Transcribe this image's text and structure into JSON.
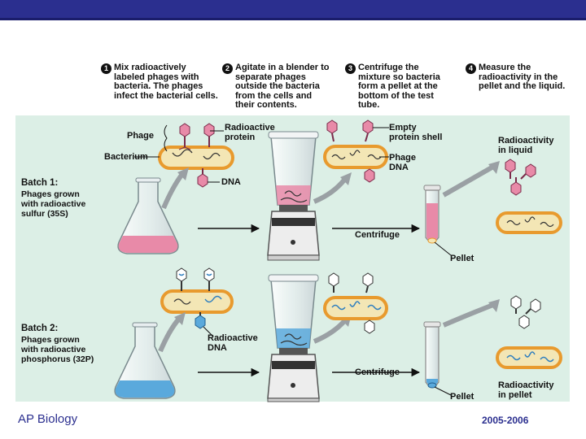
{
  "steps": [
    {
      "num": "1",
      "text": "Mix radioactively\nlabeled phages with\nbacteria. The phages\ninfect the bacterial cells."
    },
    {
      "num": "2",
      "text": "Agitate in a blender to\nseparate phages\noutside the bacteria\nfrom the cells and\ntheir contents."
    },
    {
      "num": "3",
      "text": "Centrifuge the\nmixture so bacteria\nform a pellet at the\nbottom of the test\ntube."
    },
    {
      "num": "4",
      "text": "Measure the\nradioactivity in the\npellet and the liquid."
    }
  ],
  "labels": {
    "phage": "Phage",
    "bacterium": "Bacterium",
    "radioactive_protein": "Radioactive\nprotein",
    "dna": "DNA",
    "empty_shell": "Empty\nprotein shell",
    "phage_dna": "Phage\nDNA",
    "radioactivity_liquid": "Radioactivity\nin liquid",
    "centrifuge_1": "Centrifuge",
    "pellet_1": "Pellet",
    "radioactive_dna": "Radioactive\nDNA",
    "centrifuge_2": "Centrifuge",
    "pellet_2": "Pellet",
    "radioactivity_pellet": "Radioactivity\nin pellet"
  },
  "batch1": {
    "title": "Batch 1:",
    "desc": "Phages grown\nwith radioactive\nsulfur (35S)"
  },
  "batch2": {
    "title": "Batch 2:",
    "desc": "Phages grown\nwith radioactive\nphosphorus (32P)"
  },
  "footer": {
    "left": "AP Biology",
    "right": "2005-2006"
  },
  "colors": {
    "header_bar": "#2b2f8f",
    "panel": "#dcefe6",
    "sulfur_pink": "#e88aa8",
    "phosphorus_blue": "#5aa9dc",
    "bacterium_fill": "#f3e6b5",
    "bacterium_border": "#e89a2e"
  }
}
